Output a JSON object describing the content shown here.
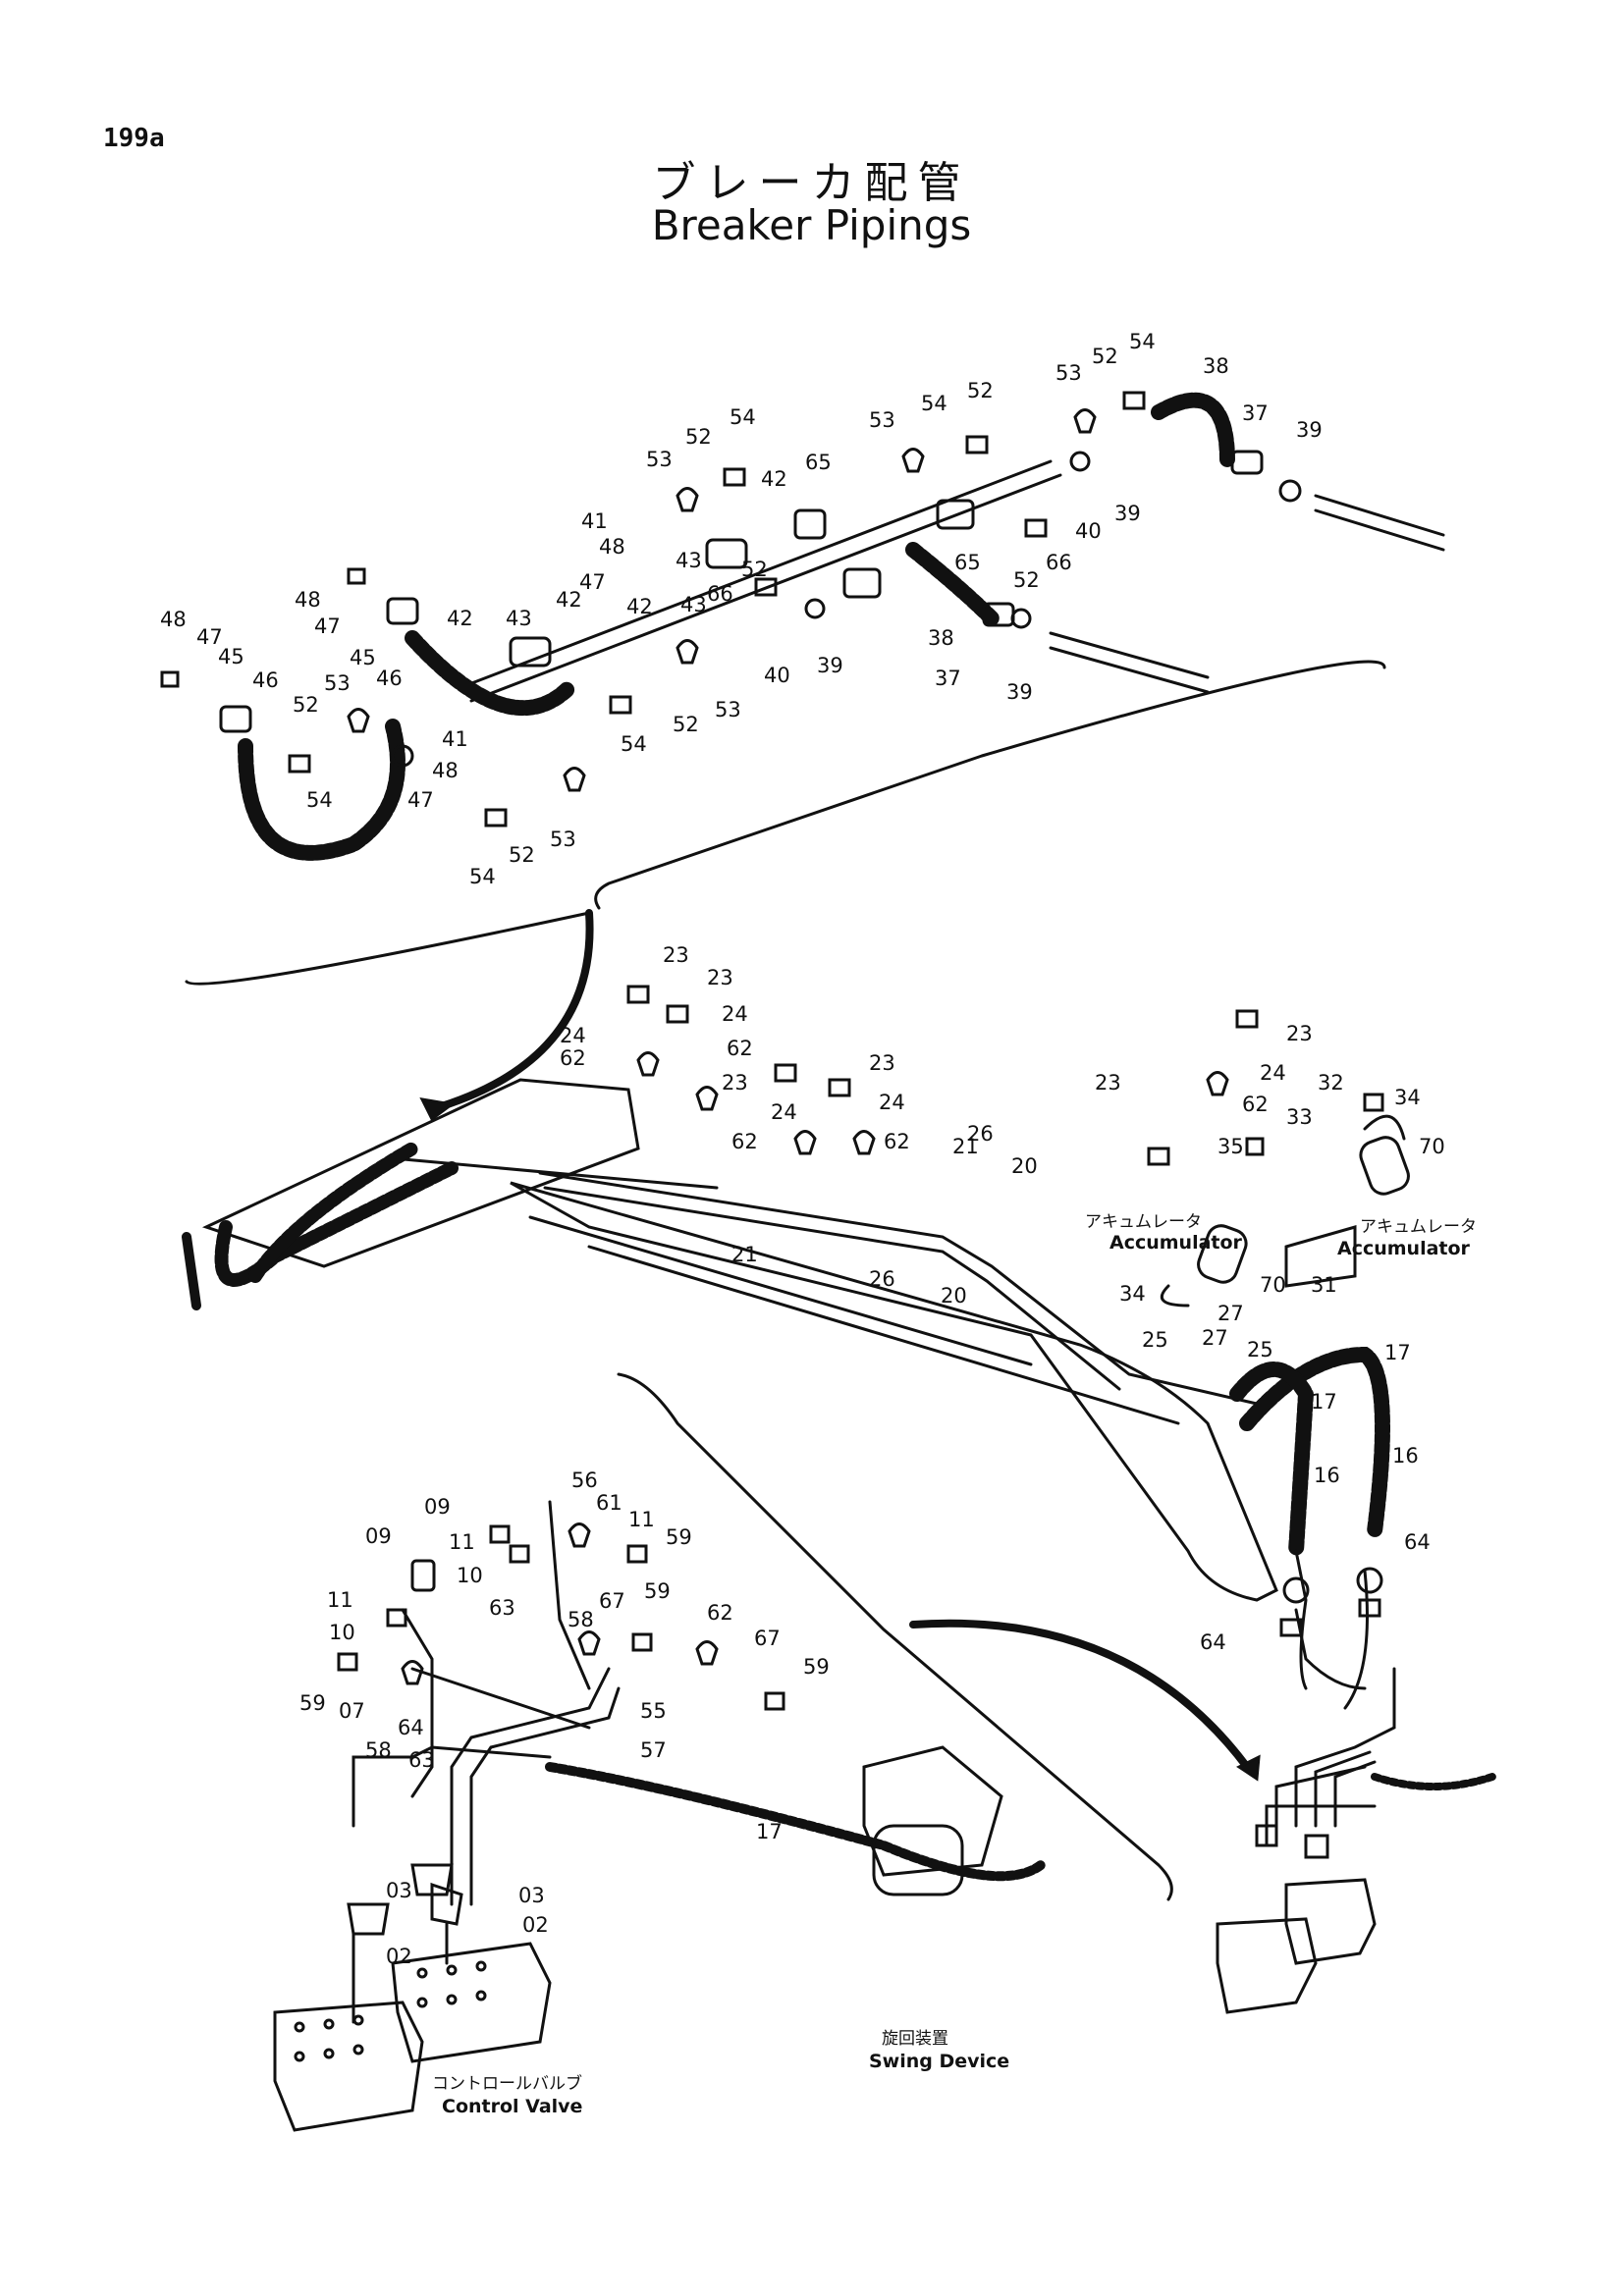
{
  "header": {
    "page_number": "199a",
    "title_jp": "ブレーカ配管",
    "title_en": "Breaker Pipings"
  },
  "captions": {
    "accumulator_jp": "アキュムレータ",
    "accumulator_en": "Accumulator",
    "swing_jp": "旋回装置",
    "swing_en": "Swing Device",
    "control_jp": "コントロールバルブ",
    "control_en": "Control Valve"
  },
  "part_labels": {
    "upper": [
      "54",
      "52",
      "53",
      "38",
      "52",
      "54",
      "53",
      "37",
      "39",
      "54",
      "52",
      "53",
      "42",
      "65",
      "40",
      "39",
      "41",
      "43",
      "65",
      "66",
      "48",
      "52",
      "66",
      "48",
      "42",
      "43",
      "52",
      "47",
      "42",
      "47",
      "45",
      "43",
      "42",
      "38",
      "39",
      "37",
      "39",
      "48",
      "46",
      "40",
      "53",
      "47",
      "45",
      "52",
      "54",
      "53",
      "52",
      "46",
      "41",
      "48",
      "54",
      "47",
      "52",
      "53",
      "54"
    ],
    "middle": [
      "23",
      "23",
      "24",
      "24",
      "23",
      "62",
      "62",
      "23",
      "23",
      "24",
      "24",
      "32",
      "34",
      "23",
      "24",
      "35",
      "62",
      "21",
      "62",
      "26",
      "20",
      "33",
      "70",
      "62",
      "21",
      "26",
      "20",
      "34",
      "70",
      "31",
      "27",
      "27",
      "25",
      "25",
      "17",
      "17",
      "16",
      "16",
      "64",
      "64"
    ],
    "lower": [
      "56",
      "09",
      "61",
      "11",
      "09",
      "11",
      "59",
      "10",
      "11",
      "67",
      "59",
      "63",
      "10",
      "58",
      "62",
      "67",
      "59",
      "59",
      "07",
      "64",
      "55",
      "58",
      "57",
      "63",
      "17",
      "03",
      "03",
      "02",
      "02"
    ]
  }
}
